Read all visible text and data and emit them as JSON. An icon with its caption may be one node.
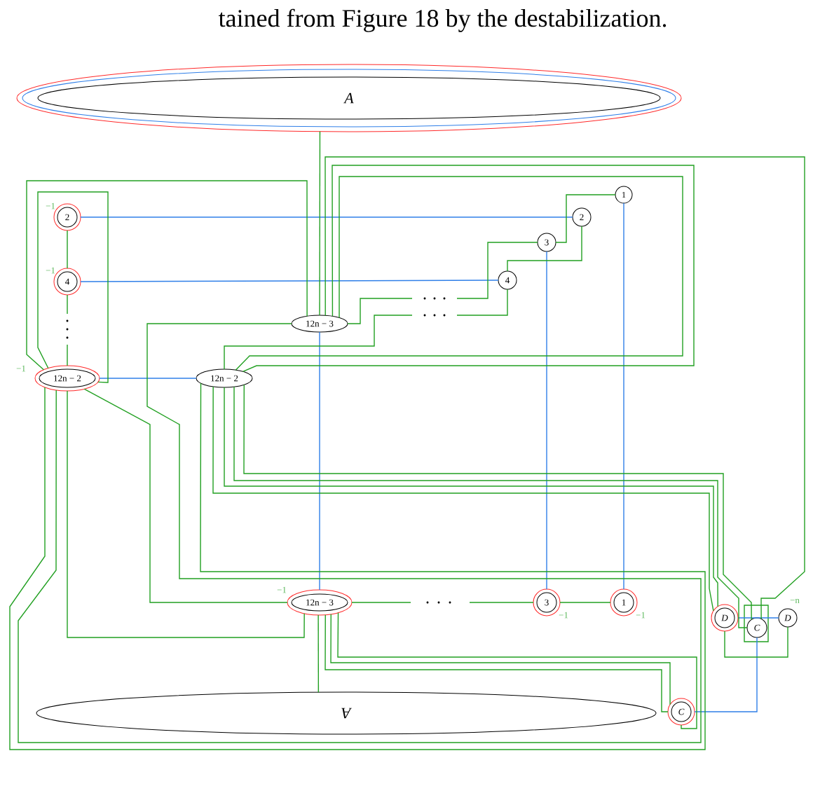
{
  "diagram": {
    "caption": "tained from Figure 18 by the destabilization.",
    "nodes": [
      {
        "text": [
          "A"
        ]
      },
      {
        "text": [
          "2"
        ],
        "beside": [
          "−1"
        ]
      },
      {
        "text": [
          "4"
        ],
        "beside": [
          "−1"
        ]
      },
      {
        "text": [
          "12n − 2"
        ],
        "beside": [
          "−1"
        ]
      },
      {
        "text": [
          "1"
        ]
      },
      {
        "text": [
          "2"
        ]
      },
      {
        "text": [
          "3"
        ]
      },
      {
        "text": [
          "4"
        ]
      },
      {
        "text": [
          "12n − 3"
        ]
      },
      {
        "text": [
          "12n − 2"
        ]
      },
      {
        "text": [
          "12n − 3"
        ],
        "beside": [
          "−1"
        ]
      },
      {
        "text": [
          "3"
        ],
        "beside": [
          "−1"
        ]
      },
      {
        "text": [
          "1"
        ],
        "beside": [
          "−1"
        ]
      },
      {
        "text": [
          "D"
        ]
      },
      {
        "text": [
          "C"
        ]
      },
      {
        "text": [
          "D"
        ],
        "beside": [
          "−n"
        ]
      },
      {
        "text": [
          "C"
        ]
      },
      {
        "text": [
          "A"
        ]
      }
    ],
    "edges": [
      {
        "from": 1,
        "to": 5,
        "arrow": "none",
        "color": "#2f7fe8"
      },
      {
        "from": 2,
        "to": 7,
        "arrow": "none",
        "color": "#2f7fe8"
      },
      {
        "from": 3,
        "to": 9,
        "arrow": "none",
        "color": "#2f7fe8"
      },
      {
        "from": 8,
        "to": 10,
        "arrow": "none",
        "color": "#2f7fe8"
      },
      {
        "from": 6,
        "to": 11,
        "arrow": "none",
        "color": "#2f7fe8"
      },
      {
        "from": 4,
        "to": 12,
        "arrow": "none",
        "color": "#2f7fe8"
      },
      {
        "from": 13,
        "to": 15,
        "arrow": "none",
        "color": "#2f7fe8"
      },
      {
        "from": 14,
        "to": 16,
        "arrow": "none",
        "color": "#2f7fe8"
      },
      {
        "from": 0,
        "to": 8,
        "arrow": "none"
      },
      {
        "from": 10,
        "to": 17,
        "arrow": "none"
      },
      {
        "from": 1,
        "to": 2,
        "arrow": "none"
      },
      {
        "from": 2,
        "to": 3,
        "arrow": "none"
      },
      {
        "from": 4,
        "to": 6,
        "arrow": "none"
      },
      {
        "from": 5,
        "to": 7,
        "arrow": "none"
      },
      {
        "from": 8,
        "to": 6,
        "arrow": "none"
      },
      {
        "from": 7,
        "to": 9,
        "arrow": "none"
      },
      {
        "from": 3,
        "to": 8,
        "arrow": "none"
      },
      {
        "from": 3,
        "to": 3,
        "arrow": "none"
      },
      {
        "from": 3,
        "to": 10,
        "arrow": "none"
      },
      {
        "from": 3,
        "to": 10,
        "arrow": "none"
      },
      {
        "from": 8,
        "to": 3,
        "arrow": "none"
      },
      {
        "from": 3,
        "to": 9,
        "arrow": "none"
      },
      {
        "from": 9,
        "to": 8,
        "arrow": "none"
      },
      {
        "from": 9,
        "to": 8,
        "arrow": "none"
      },
      {
        "from": 8,
        "to": 14,
        "arrow": "none"
      },
      {
        "from": 9,
        "to": 14,
        "arrow": "none"
      },
      {
        "from": 9,
        "to": 14,
        "arrow": "none"
      },
      {
        "from": 9,
        "to": 13,
        "arrow": "none"
      },
      {
        "from": 9,
        "to": 13,
        "arrow": "none"
      },
      {
        "from": 10,
        "to": 11,
        "arrow": "none"
      },
      {
        "from": 11,
        "to": 12,
        "arrow": "none"
      },
      {
        "from": 13,
        "to": 15,
        "arrow": "none"
      },
      {
        "from": 10,
        "to": 16,
        "arrow": "none"
      },
      {
        "from": 10,
        "to": 16,
        "arrow": "none"
      },
      {
        "from": 10,
        "to": 16,
        "arrow": "none"
      }
    ]
  }
}
